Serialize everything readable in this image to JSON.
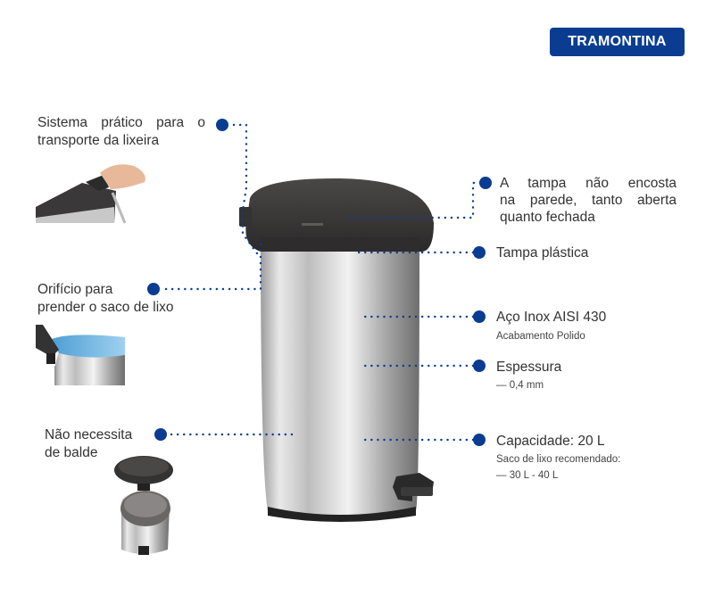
{
  "brand": {
    "name": "TRAMONTINA",
    "color": "#0a3d91"
  },
  "features_left": [
    {
      "line1": "Sistema prático para o",
      "line2": "transporte da lixeira"
    },
    {
      "line1": "Orifício para",
      "line2": "prender o saco de lixo"
    },
    {
      "line1": "Não necessita",
      "line2": "de balde"
    }
  ],
  "features_right": [
    {
      "line1": "A tampa não encosta",
      "line2": "na parede, tanto aberta",
      "line3": "quanto fechada"
    },
    {
      "title": "Tampa plástica"
    },
    {
      "title": "Aço Inox AISI 430",
      "detail": "Acabamento Polido"
    },
    {
      "title": "Espessura",
      "detail": "— 0,4 mm"
    },
    {
      "title": "Capacidade: 20 L",
      "detail": "Saco de lixo recomendado:",
      "detail2": "— 30 L - 40 L"
    }
  ]
}
